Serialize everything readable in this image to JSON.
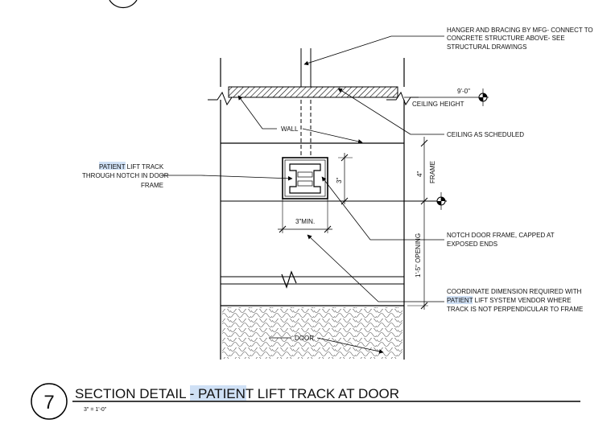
{
  "notes": {
    "hanger": [
      "HANGER AND BRACING BY MFG- CONNECT TO",
      "CONCRETE  STRUCTURE ABOVE-  SEE",
      "STRUCTURAL DRAWINGS"
    ],
    "ceiling_elev_value": "9'-0\"",
    "ceiling_elev_label": "CEILING HEIGHT",
    "ceiling_scheduled": "CEILING AS SCHEDULED",
    "wall": "WALL",
    "track_highlight": "PATIENT",
    "track_line1_rest": " LIFT TRACK",
    "track_line2": "THROUGH NOTCH IN DOOR",
    "track_line3": "FRAME",
    "dim_3": "3\"",
    "dim_3min": "3\"MIN.",
    "dim_4": "4\"",
    "frame": "FRAME",
    "opening": "1'-5\" OPENING",
    "notch": [
      "NOTCH DOOR FRAME,  CAPPED AT",
      "EXPOSED ENDS"
    ],
    "coord_line1": "COORDINATE DIMENSION REQUIRED WITH",
    "coord_line2_highlight": "PATIENT",
    "coord_line2_rest": " LIFT SYSTEM VENDOR WHERE",
    "coord_line3": "TRACK IS NOT PERPENDICULAR TO FRAME",
    "door": "DOOR"
  },
  "title_block": {
    "number": "7",
    "title_prefix": "SECTION DETAIL - ",
    "title_highlight": "PATIENT",
    "title_suffix": " LIFT TRACK AT DOOR",
    "scale": "3\" = 1'-0\""
  }
}
